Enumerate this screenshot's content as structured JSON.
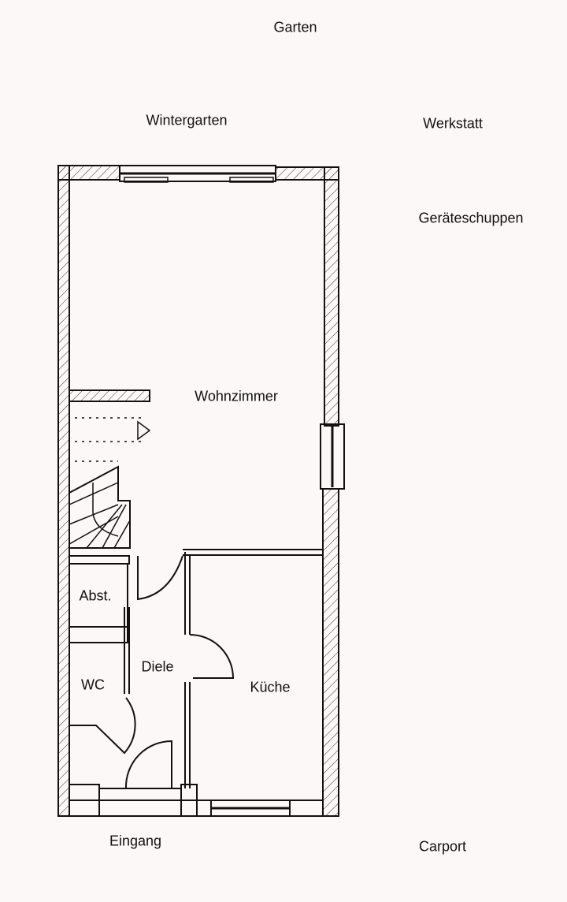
{
  "labels": {
    "garden": "Garten",
    "winter_garden": "Wintergarten",
    "workshop": "Werkstatt",
    "tool_shed": "Geräteschuppen",
    "living_room": "Wohnzimmer",
    "storage": "Abst.",
    "hall": "Diele",
    "toilet": "WC",
    "kitchen": "Küche",
    "entrance": "Eingang",
    "carport": "Carport"
  },
  "colors": {
    "background": "#fcf8f7",
    "lines": "#111111"
  }
}
